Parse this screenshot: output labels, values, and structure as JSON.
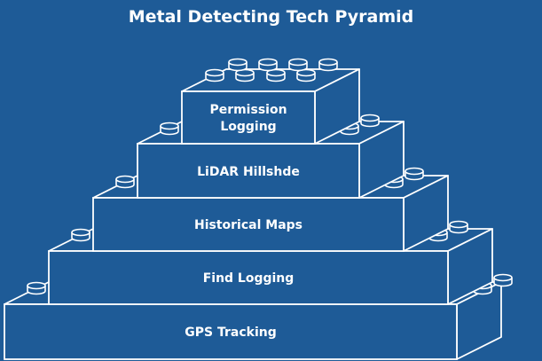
{
  "title": "Metal Detecting Tech Pyramid",
  "tiers": [
    {
      "label": "GPS Tracking"
    },
    {
      "label": "Find Logging"
    },
    {
      "label": "Historical Maps"
    },
    {
      "label": "LiDAR Hillshde"
    },
    {
      "label": "Permission Logging"
    }
  ],
  "colors": {
    "background": "#1e5b97",
    "stroke": "#ffffff"
  }
}
